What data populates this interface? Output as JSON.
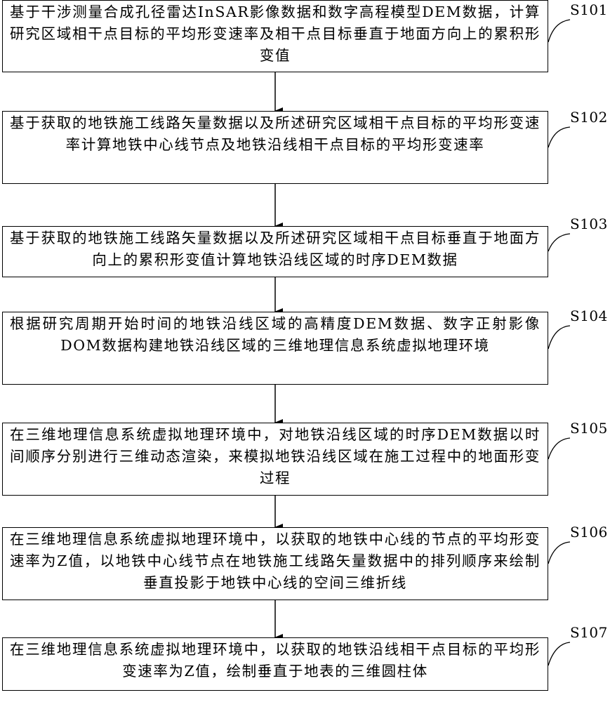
{
  "steps": [
    {
      "label": "S101",
      "text": "基于干涉测量合成孔径雷达InSAR影像数据和数字高程模型DEM数据，计算研究区域相干点目标的平均形变速率及相干点目标垂直于地面方向上的累积形变值"
    },
    {
      "label": "S102",
      "text": "基于获取的地铁施工线路矢量数据以及所述研究区域相干点目标的平均形变速率计算地铁中心线节点及地铁沿线相干点目标的平均形变速率"
    },
    {
      "label": "S103",
      "text": "基于获取的地铁施工线路矢量数据以及所述研究区域相干点目标垂直于地面方向上的累积形变值计算地铁沿线区域的时序DEM数据"
    },
    {
      "label": "S104",
      "text": "根据研究周期开始时间的地铁沿线区域的高精度DEM数据、数字正射影像DOM数据构建地铁沿线区域的三维地理信息系统虚拟地理环境"
    },
    {
      "label": "S105",
      "text": "在三维地理信息系统虚拟地理环境中，对地铁沿线区域的时序DEM数据以时间顺序分别进行三维动态渲染，来模拟地铁沿线区域在施工过程中的地面形变过程"
    },
    {
      "label": "S106",
      "text": "在三维地理信息系统虚拟地理环境中，以获取的地铁中心线的节点的平均形变速率为Z值，以地铁中心线节点在地铁施工线路矢量数据中的排列顺序来绘制垂直投影于地铁中心线的空间三维折线"
    },
    {
      "label": "S107",
      "text": "在三维地理信息系统虚拟地理环境中，以获取的地铁沿线相干点目标的平均形变速率为Z值，绘制垂直于地表的三维圆柱体"
    }
  ]
}
